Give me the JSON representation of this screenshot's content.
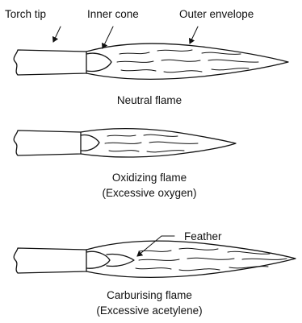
{
  "labels": {
    "torch_tip": "Torch tip",
    "inner_cone": "Inner cone",
    "outer_envelope": "Outer envelope",
    "feather": "Feather"
  },
  "flames": [
    {
      "id": "neutral",
      "caption_line1": "Neutral flame",
      "caption_line2": ""
    },
    {
      "id": "oxidizing",
      "caption_line1": "Oxidizing flame",
      "caption_line2": "(Excessive oxygen)"
    },
    {
      "id": "carburising",
      "caption_line1": "Carburising flame",
      "caption_line2": "(Excessive acetylene)"
    }
  ]
}
